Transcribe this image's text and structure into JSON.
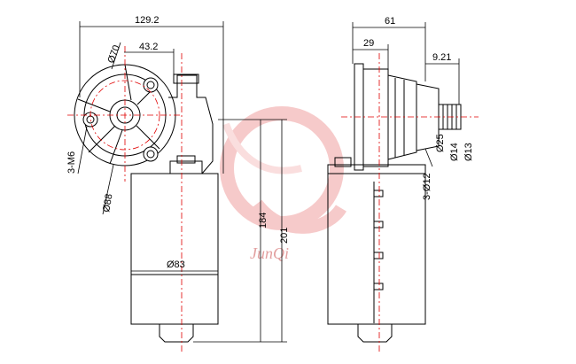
{
  "watermark": {
    "text": "JunQi",
    "color": "#f08080"
  },
  "dimensions": {
    "overall_width": "129.2",
    "mount_spacing": "43.2",
    "bolt_circle": "Ø70",
    "mount_holes": "3-M6",
    "flange_dia": "Ø88",
    "body_dia": "Ø83",
    "length_184": "184",
    "length_201": "201",
    "side_width": "61",
    "side_29": "29",
    "side_9_21": "9.21",
    "shaft_25": "Ø25",
    "shaft_14": "Ø14",
    "shaft_13": "Ø13",
    "holes_12": "3-Ø12"
  },
  "colors": {
    "line": "#000000",
    "centerline": "#e00000"
  }
}
